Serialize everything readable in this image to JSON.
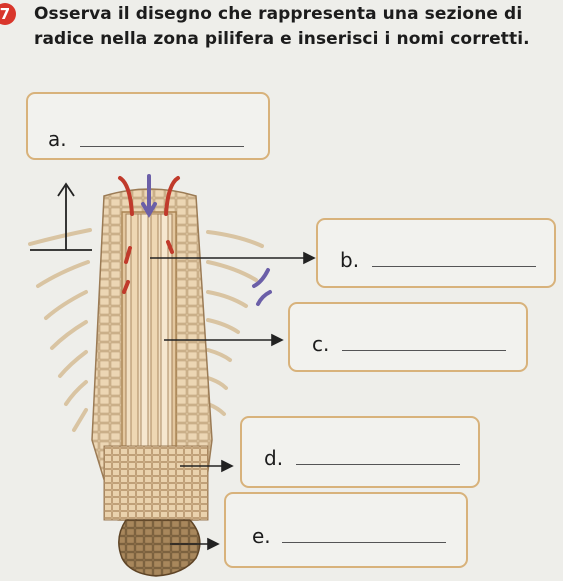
{
  "exercise": {
    "number": "7",
    "instruction_line1": "Osserva il disegno che rappresenta una sezione di",
    "instruction_line2": "radice nella zona pilifera e inserisci i nomi corretti."
  },
  "labels": {
    "a": "a.",
    "b": "b.",
    "c": "c.",
    "d": "d.",
    "e": "e."
  },
  "colors": {
    "box_border": "#d8b27b",
    "xylem_arrow": "#c03a2b",
    "phloem_arrow": "#6b5fa8",
    "number_badge": "#d9362b"
  }
}
